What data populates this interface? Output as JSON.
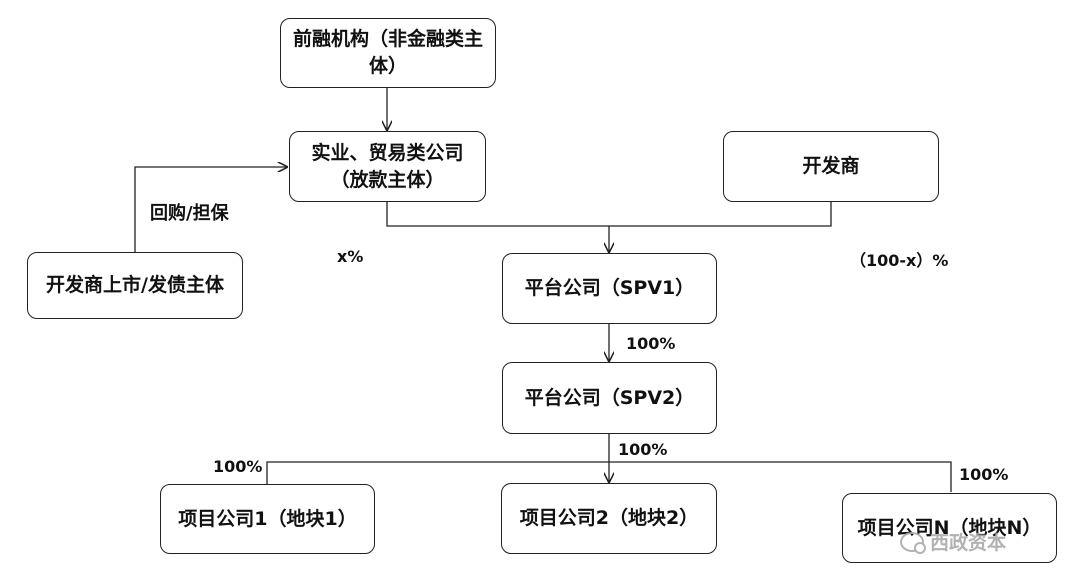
{
  "nodes": {
    "pre_finance": "前融机构（非金融类主体）",
    "lender": "实业、贸易类公司（放款主体）",
    "developer": "开发商",
    "listed_developer": "开发商上市/发债主体",
    "spv1": "平台公司（SPV1）",
    "spv2": "平台公司（SPV2）",
    "project1": "项目公司1（地块1）",
    "project2": "项目公司2（地块2）",
    "projectN": "项目公司N（地块N）"
  },
  "labels": {
    "buyback": "回购/担保",
    "x_percent": "x%",
    "rest_percent": "（100-x）%",
    "pct_spv1_spv2": "100%",
    "pct_spv2_down": "100%",
    "pct_project1": "100%",
    "pct_projectN": "100%"
  },
  "watermark": "西政资本"
}
